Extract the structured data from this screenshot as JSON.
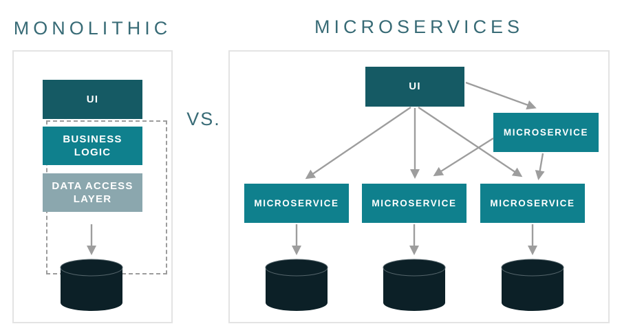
{
  "monolithic": {
    "title": "MONOLITHIC",
    "layers": [
      {
        "label": "UI"
      },
      {
        "label": "BUSINESS LOGIC"
      },
      {
        "label": "DATA ACCESS LAYER"
      }
    ],
    "database_icon": "database-cylinder"
  },
  "vs": {
    "label": "VS."
  },
  "microservices": {
    "title": "MICROSERVICES",
    "ui": {
      "label": "UI"
    },
    "gateway": {
      "label": "MICROSERVICE"
    },
    "services": [
      {
        "label": "MICROSERVICE",
        "database_icon": "database-cylinder"
      },
      {
        "label": "MICROSERVICE",
        "database_icon": "database-cylinder"
      },
      {
        "label": "MICROSERVICE",
        "database_icon": "database-cylinder"
      }
    ]
  },
  "colors": {
    "title_text": "#386b76",
    "dark_teal": "#155a64",
    "teal": "#0f808d",
    "gray_blue": "#8ba7ae",
    "database": "#0c2027",
    "arrow": "#9d9d9d",
    "panel_border": "#e3e3e3",
    "dashed_border": "#9c9c9c",
    "node_label_text": "#ffffff"
  }
}
